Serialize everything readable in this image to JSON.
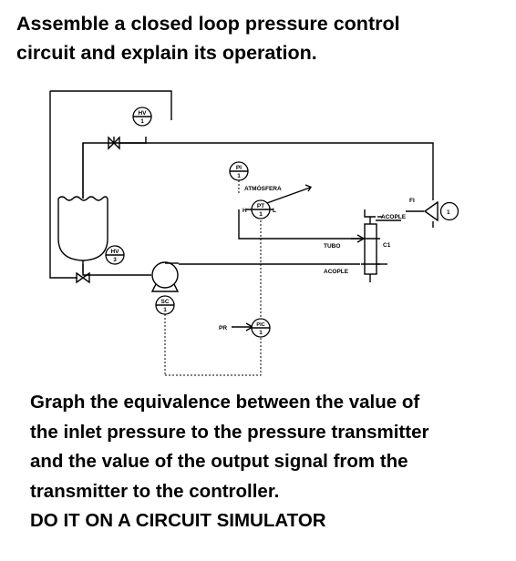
{
  "header": {
    "line1": "Assemble a closed loop pressure control",
    "line2": "circuit and explain its operation."
  },
  "diagram": {
    "hv1": {
      "tag": "HV",
      "num": "1"
    },
    "hv3": {
      "tag": "HV",
      "num": "3"
    },
    "pi1": {
      "tag": "PI",
      "num": "1"
    },
    "pt1": {
      "tag": "PT",
      "num": "1"
    },
    "sc1": {
      "tag": "SC",
      "num": "1"
    },
    "pic1": {
      "tag": "PIC",
      "num": "1"
    },
    "fi1": {
      "tag": "FI",
      "num": "1"
    },
    "atmosfera": "ATMÓSFERA",
    "h": "H",
    "l": "L",
    "acople_top": "ACOPLE",
    "c1": "C1",
    "tubo": "TUBO",
    "acople_bottom": "ACOPLE",
    "pr": "PR"
  },
  "task": {
    "line1": "Graph the equivalence between the value of",
    "line2": "the inlet pressure to the pressure transmitter",
    "line3": "and the value of the output signal from the",
    "line4": "transmitter to the controller.",
    "line5": "DO IT ON A CIRCUIT SIMULATOR"
  }
}
